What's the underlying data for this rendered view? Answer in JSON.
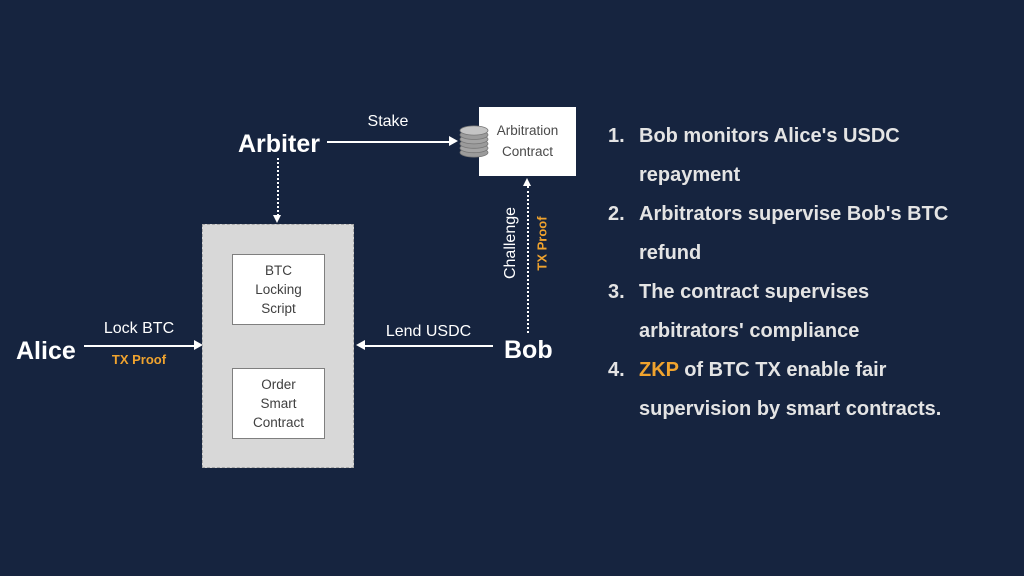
{
  "colors": {
    "background": "#16243F",
    "accent_orange": "#F0A32E",
    "text_white": "#FFFFFF",
    "list_text": "#E4E4E4",
    "container_gray": "#D8D8D8"
  },
  "diagram": {
    "actors": {
      "alice": "Alice",
      "arbiter": "Arbiter",
      "bob": "Bob"
    },
    "arrows": {
      "lock_btc": {
        "label": "Lock BTC",
        "sublabel": "TX Proof"
      },
      "stake": {
        "label": "Stake"
      },
      "lend_usdc": {
        "label": "Lend USDC"
      },
      "challenge": {
        "label": "Challenge",
        "sublabel": "TX Proof"
      }
    },
    "boxes": {
      "arbitration_contract": {
        "line1": "Arbitration",
        "line2": "Contract"
      },
      "btc_locking_script": {
        "line1": "BTC",
        "line2": "Locking",
        "line3": "Script"
      },
      "order_smart_contract": {
        "line1": "Order",
        "line2": "Smart",
        "line3": "Contract"
      }
    },
    "icons": {
      "arbitration_contract_icon": "coin-stack-icon"
    }
  },
  "notes": {
    "items": [
      {
        "number": "1.",
        "line1": "Bob monitors Alice's USDC",
        "line2": "repayment"
      },
      {
        "number": "2.",
        "line1": "Arbitrators supervise Bob's BTC",
        "line2": "refund"
      },
      {
        "number": "3.",
        "line1": "The contract supervises",
        "line2": "arbitrators' compliance"
      },
      {
        "number": "4.",
        "highlight": "ZKP",
        "line1_rest": " of BTC TX enable fair",
        "line2": "supervision by smart contracts."
      }
    ]
  }
}
